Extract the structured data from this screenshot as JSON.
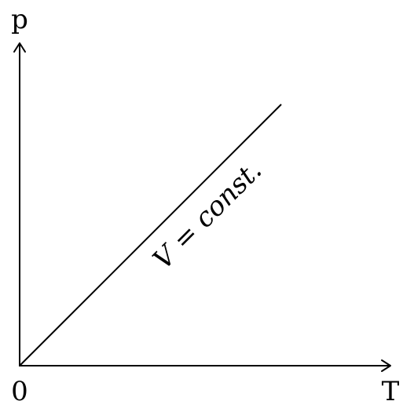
{
  "diagram": {
    "y_axis_label": "p",
    "x_axis_label": "T",
    "origin_label": "0",
    "line_label": "V = const.",
    "line_color": "#000000",
    "axis_color": "#000000",
    "background": "#ffffff"
  }
}
